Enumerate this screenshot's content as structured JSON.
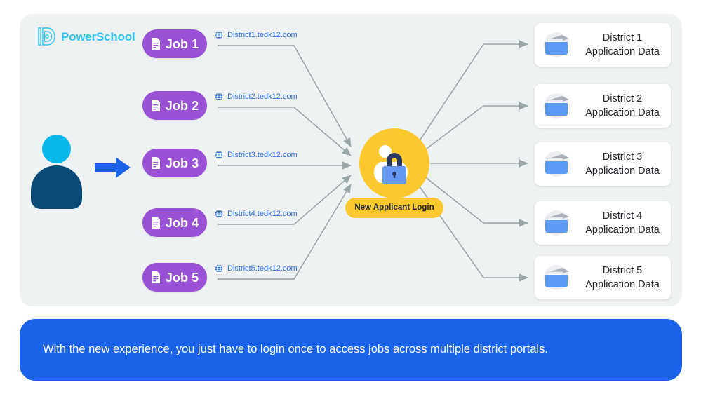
{
  "brand": {
    "logo_icon": "powerschool-p-icon",
    "name": "PowerSchool",
    "logo_color": "#2ec4ef"
  },
  "applicant": {
    "icon": "applicant-person-icon",
    "head_color": "#08b7ea",
    "body_color": "#074a77",
    "arrow_icon": "right-arrow-icon",
    "arrow_color": "#1a62e8"
  },
  "jobs": [
    {
      "icon": "document-icon",
      "label": "Job 1"
    },
    {
      "icon": "document-icon",
      "label": "Job 2"
    },
    {
      "icon": "document-icon",
      "label": "Job 3"
    },
    {
      "icon": "document-icon",
      "label": "Job 4"
    },
    {
      "icon": "document-icon",
      "label": "Job 5"
    }
  ],
  "job_pill_color": "#9951d6",
  "urls": [
    {
      "icon": "globe-icon",
      "text": "District1.tedk12.com"
    },
    {
      "icon": "globe-icon",
      "text": "District2.tedk12.com"
    },
    {
      "icon": "globe-icon",
      "text": "District3.tedk12.com"
    },
    {
      "icon": "globe-icon",
      "text": "District4.tedk12.com"
    },
    {
      "icon": "globe-icon",
      "text": "District5.tedk12.com"
    }
  ],
  "url_color": "#2b6ef0",
  "hub": {
    "icon": "lock-user-icon",
    "label": "New Applicant Login",
    "circle_color": "#fbc82e",
    "lock_body_color": "#6699f3",
    "lock_shackle_color": "#2b3a63"
  },
  "districts": [
    {
      "icon": "file-box-icon",
      "line1": "District 1",
      "line2": "Application Data"
    },
    {
      "icon": "file-box-icon",
      "line1": "District 2",
      "line2": "Application Data"
    },
    {
      "icon": "file-box-icon",
      "line1": "District 3",
      "line2": "Application Data"
    },
    {
      "icon": "file-box-icon",
      "line1": "District 4",
      "line2": "Application Data"
    },
    {
      "icon": "file-box-icon",
      "line1": "District 5",
      "line2": "Application Data"
    }
  ],
  "banner": {
    "text": "With the new experience, you just have to login once to access jobs across multiple district portals.",
    "background": "#1a62e8",
    "text_color": "#ffffff"
  },
  "panel_background": "#eff2f2",
  "wire_color": "#9aa5a5"
}
